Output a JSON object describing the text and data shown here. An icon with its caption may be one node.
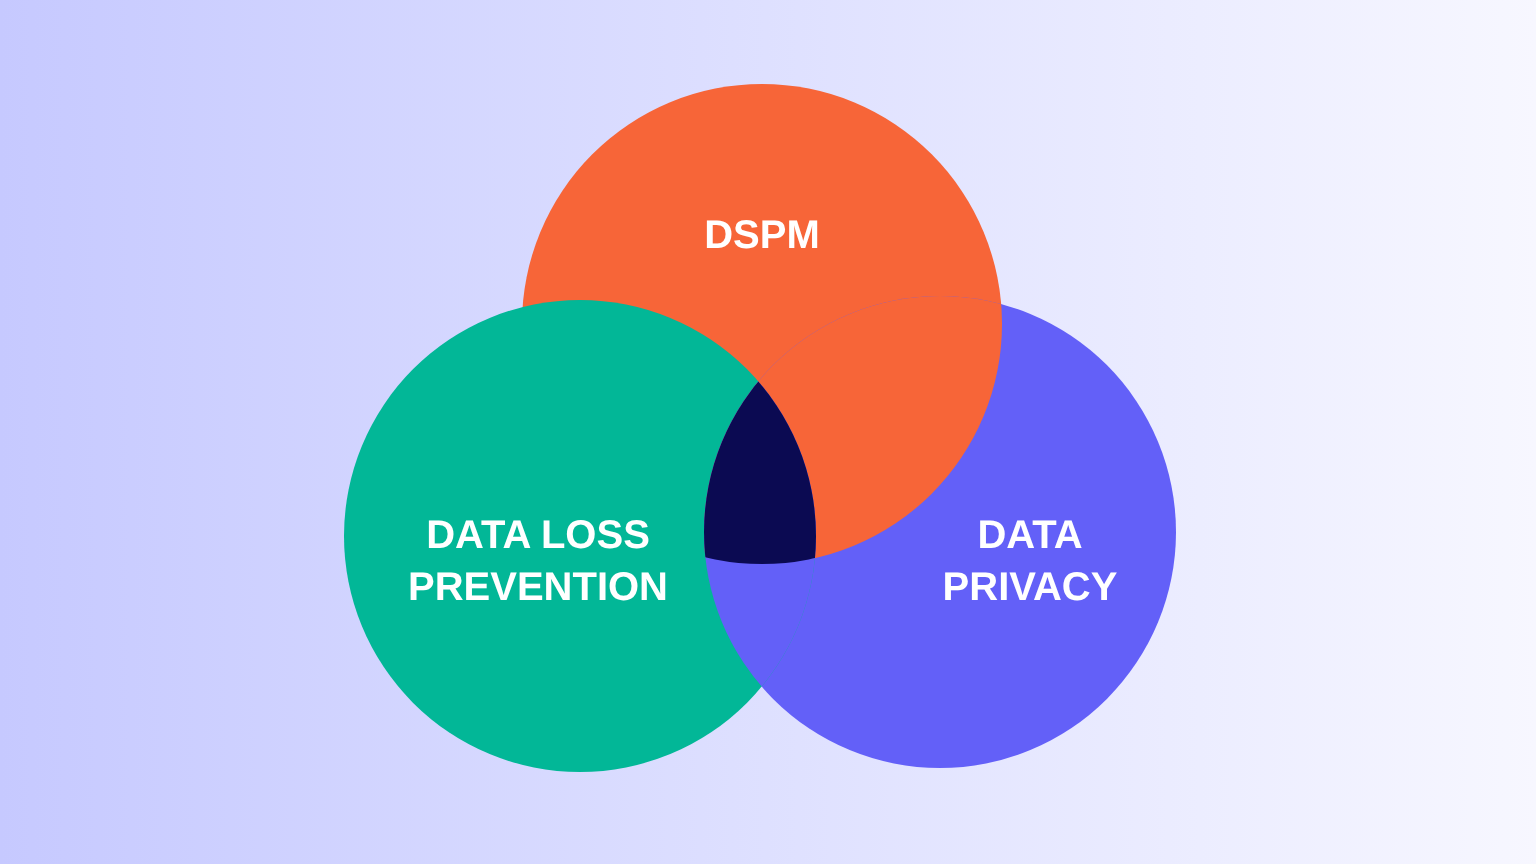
{
  "diagram": {
    "nodes": [
      {
        "text": [
          "DSPM"
        ]
      },
      {
        "text": [
          "DATA LOSS PREVENTION"
        ]
      },
      {
        "text": [
          "DATA PRIVACY"
        ]
      }
    ]
  }
}
